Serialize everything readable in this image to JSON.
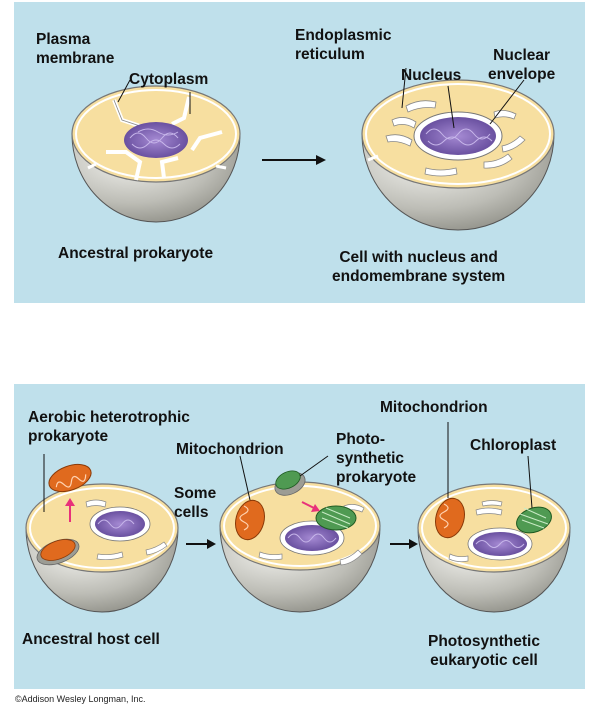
{
  "top_panel": {
    "labels": {
      "plasma_membrane": "Plasma\nmembrane",
      "cytoplasm": "Cytoplasm",
      "endoplasmic_reticulum": "Endoplasmic\nreticulum",
      "nucleus": "Nucleus",
      "nuclear_envelope": "Nuclear\nenvelope",
      "ancestral_prokaryote": "Ancestral prokaryote",
      "cell_with_nucleus": "Cell with nucleus and\nendomembrane system"
    }
  },
  "bottom_panel": {
    "labels": {
      "aerobic_heterotrophic": "Aerobic heterotrophic\nprokaryote",
      "mitochondrion_mid": "Mitochondrion",
      "photosynthetic_prokaryote": "Photo-\nsynthetic\nprokaryote",
      "some_cells": "Some\ncells",
      "mitochondrion_right": "Mitochondrion",
      "chloroplast": "Chloroplast",
      "ancestral_host_cell": "Ancestral host cell",
      "photosynthetic_eukaryotic": "Photosynthetic\neukaryotic cell"
    }
  },
  "copyright": "©Addison Wesley Longman, Inc.",
  "colors": {
    "panel_bg": "#bfe0eb",
    "cytoplasm": "#f7dfa0",
    "cell_shell": "#9c9c94",
    "nucleus": "#7f66b3",
    "mitochondrion": "#e06a1e",
    "chloroplast": "#4f9a52",
    "arrow_pink": "#e8317a"
  }
}
